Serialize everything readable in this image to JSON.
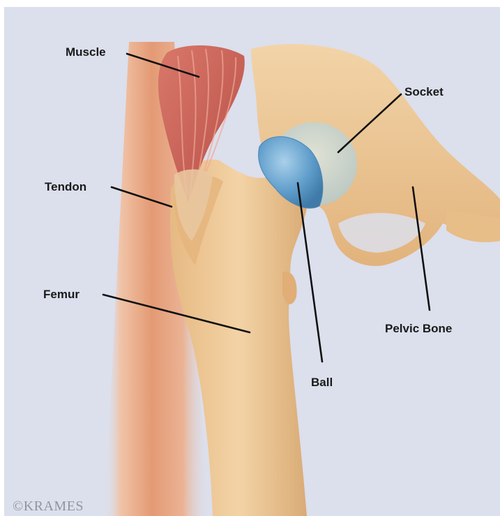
{
  "labels": {
    "muscle": "Muscle",
    "socket": "Socket",
    "tendon": "Tendon",
    "femur": "Femur",
    "pelvic_bone": "Pelvic Bone",
    "ball": "Ball"
  },
  "copyright": "©KRAMES",
  "colors": {
    "background": "#dcdfec",
    "bone": "#eec99a",
    "bone_shadow": "#d4a56e",
    "muscle": "#c9655a",
    "skin": "#e9a982",
    "ball": "#6fa9d2",
    "socket_cartilage": "#c8d8d8"
  }
}
